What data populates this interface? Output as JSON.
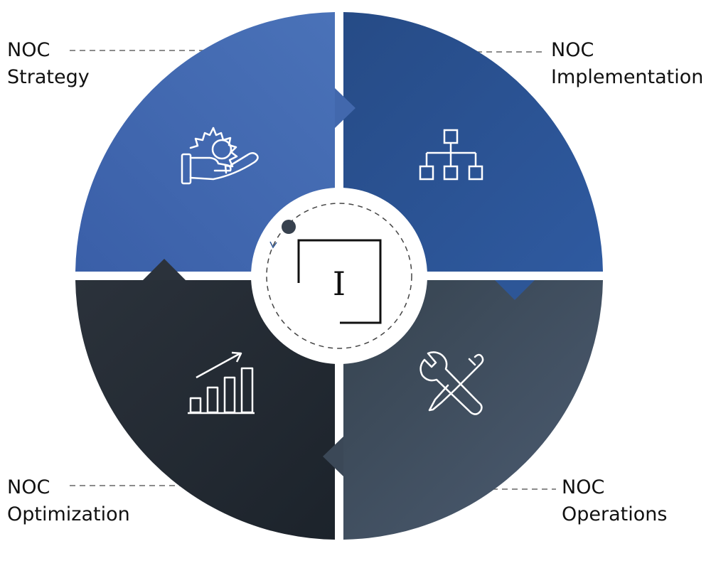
{
  "diagram": {
    "quadrants": [
      {
        "id": "strategy",
        "title_line1": "NOC",
        "title_line2": "Strategy",
        "icon": "gear-hand-icon"
      },
      {
        "id": "implementation",
        "title_line1": "NOC",
        "title_line2": "Implementation",
        "icon": "org-chart-icon"
      },
      {
        "id": "operations",
        "title_line1": "NOC",
        "title_line2": "Operations",
        "icon": "wrench-screwdriver-icon"
      },
      {
        "id": "optimization",
        "title_line1": "NOC",
        "title_line2": "Optimization",
        "icon": "growth-chart-icon"
      }
    ],
    "center_logo_letter": "I",
    "colors": {
      "strategy": "#3e63a8",
      "implementation": "#2c5594",
      "operations": "#46566a",
      "optimization": "#232a33",
      "connector": "#666666",
      "text": "#111111"
    }
  }
}
